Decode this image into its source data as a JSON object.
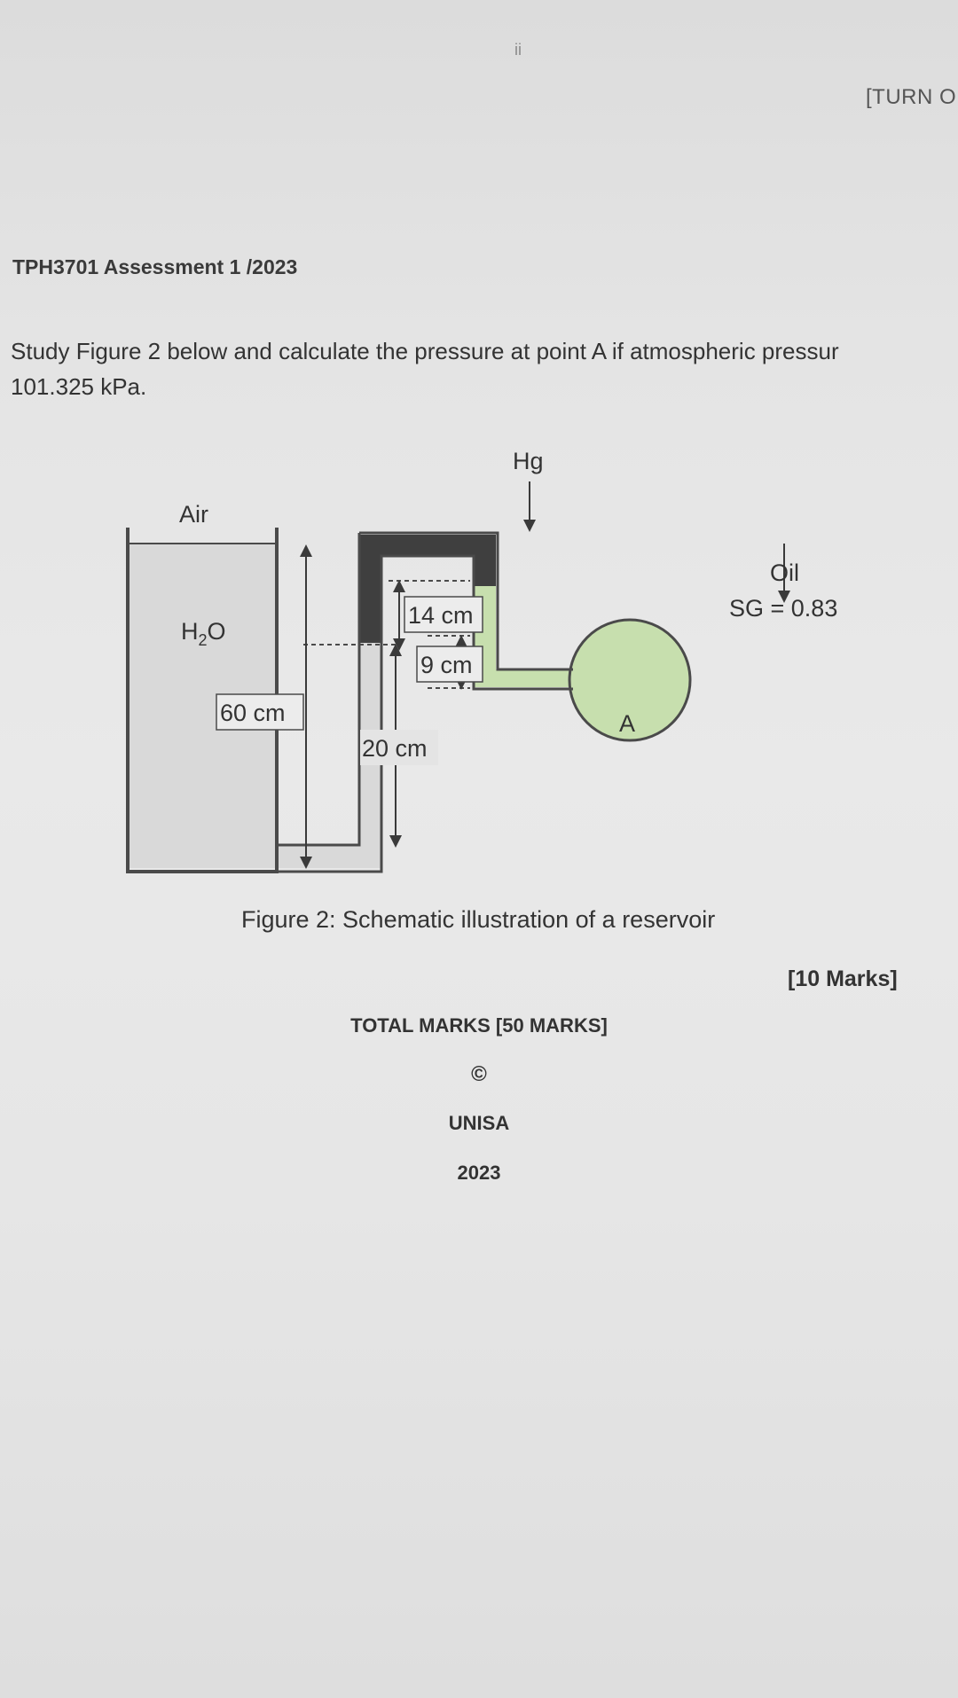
{
  "page_marker": "ii",
  "turn_over": "[TURN O",
  "header": "TPH3701 Assessment 1 /2023",
  "question": {
    "line1": "Study Figure 2 below and calculate the pressure at point A if atmospheric pressur",
    "line2": "101.325 kPa."
  },
  "figure": {
    "label_hg": "Hg",
    "label_air": "Air",
    "label_h2o_main": "H",
    "label_h2o_sub": "2",
    "label_h2o_end": "O",
    "label_oil": "Oil",
    "label_sg": "SG = 0.83",
    "label_a": "A",
    "dim_60": "60 cm",
    "dim_20": "20 cm",
    "dim_14": "14 cm",
    "dim_9": "9 cm",
    "colors": {
      "water": "#d9d9d9",
      "mercury": "#3f3f3f",
      "oil": "#c7dfae",
      "outline": "#4a4a4a"
    }
  },
  "caption": "Figure 2: Schematic illustration of a reservoir",
  "marks": "[10 Marks]",
  "footer": {
    "total": "TOTAL MARKS [50 MARKS]",
    "copyright": "©",
    "institution": "UNISA",
    "year": "2023"
  }
}
